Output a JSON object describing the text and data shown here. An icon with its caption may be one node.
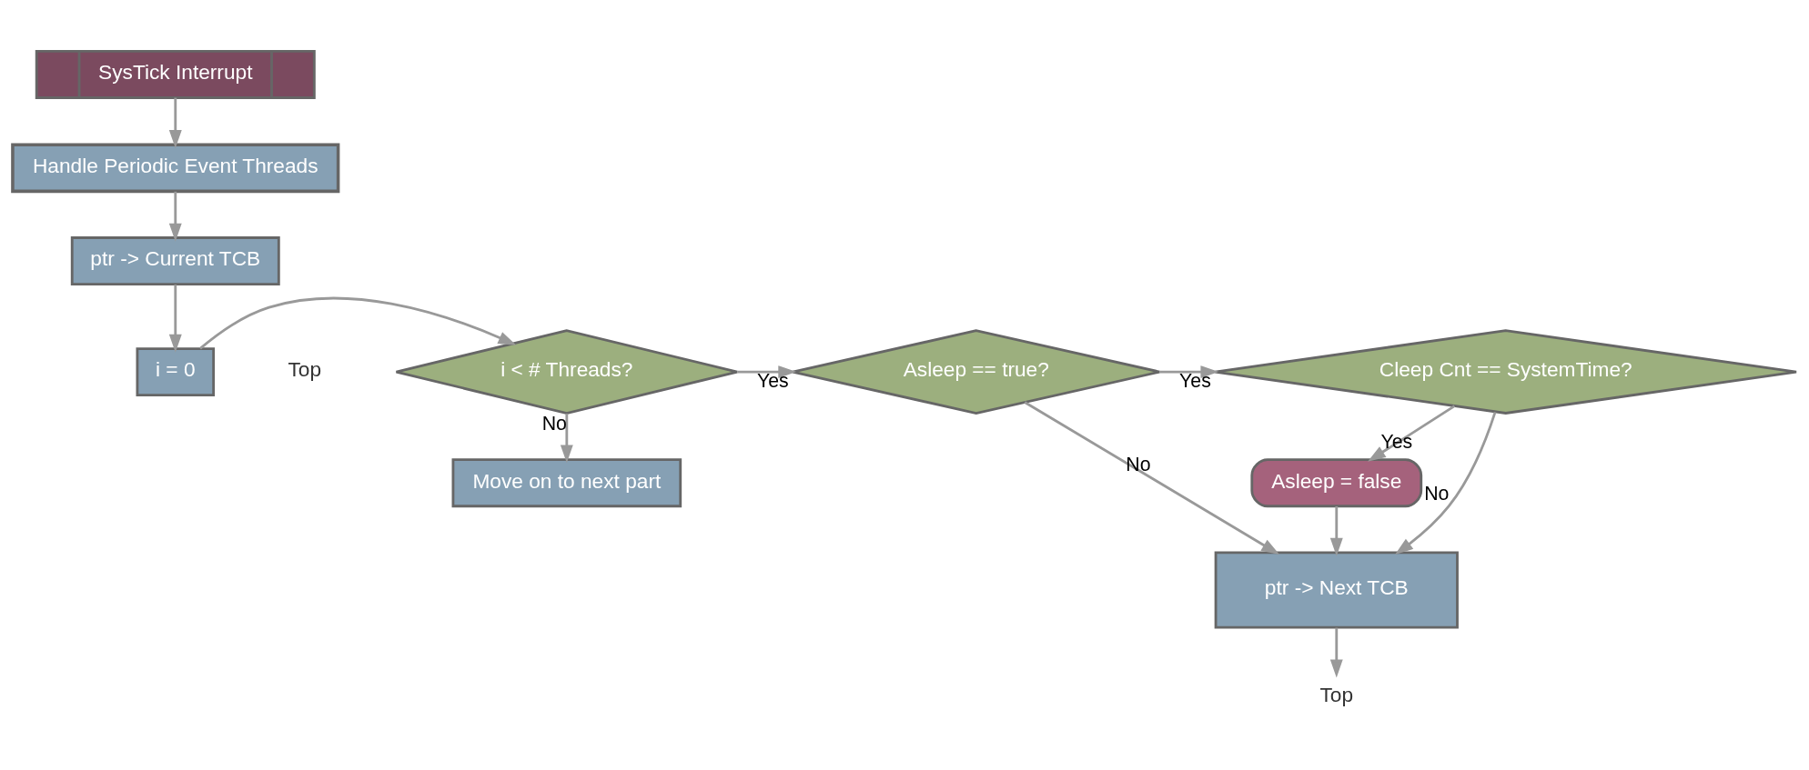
{
  "diagram": {
    "nodes": [
      {
        "text": [
          "SysTick Interrupt"
        ]
      },
      {
        "text": [
          "Handle Periodic Event Threads"
        ]
      },
      {
        "text": [
          "ptr -> Current TCB"
        ]
      },
      {
        "text": [
          "i = 0"
        ]
      },
      {
        "text": [
          "i < # Threads?"
        ],
        "beside": [
          "Top"
        ]
      },
      {
        "text": [
          "Asleep == true?"
        ]
      },
      {
        "text": [
          "Cleep Cnt == SystemTime?"
        ]
      },
      {
        "text": [
          "Move on to next part"
        ]
      },
      {
        "text": [
          "Asleep = false"
        ]
      },
      {
        "text": [
          "ptr -> Next TCB"
        ]
      },
      {
        "text": [
          "Top"
        ]
      }
    ],
    "edges": [
      {
        "from": 0,
        "to": 1,
        "arrow": "to"
      },
      {
        "from": 1,
        "to": 2,
        "arrow": "to"
      },
      {
        "from": 2,
        "to": 3,
        "arrow": "to"
      },
      {
        "from": 3,
        "to": 4,
        "arrow": "to"
      },
      {
        "from": 4,
        "to": 5,
        "arrow": "to",
        "label": "Yes"
      },
      {
        "from": 4,
        "to": 7,
        "arrow": "to",
        "label": "No"
      },
      {
        "from": 5,
        "to": 6,
        "arrow": "to",
        "label": "Yes"
      },
      {
        "from": 5,
        "to": 9,
        "arrow": "to",
        "label": "No"
      },
      {
        "from": 6,
        "to": 8,
        "arrow": "to",
        "label": "Yes"
      },
      {
        "from": 6,
        "to": 9,
        "arrow": "to",
        "label": "No"
      },
      {
        "from": 8,
        "to": 9,
        "arrow": "to"
      },
      {
        "from": 9,
        "to": 10,
        "arrow": "to"
      }
    ]
  }
}
